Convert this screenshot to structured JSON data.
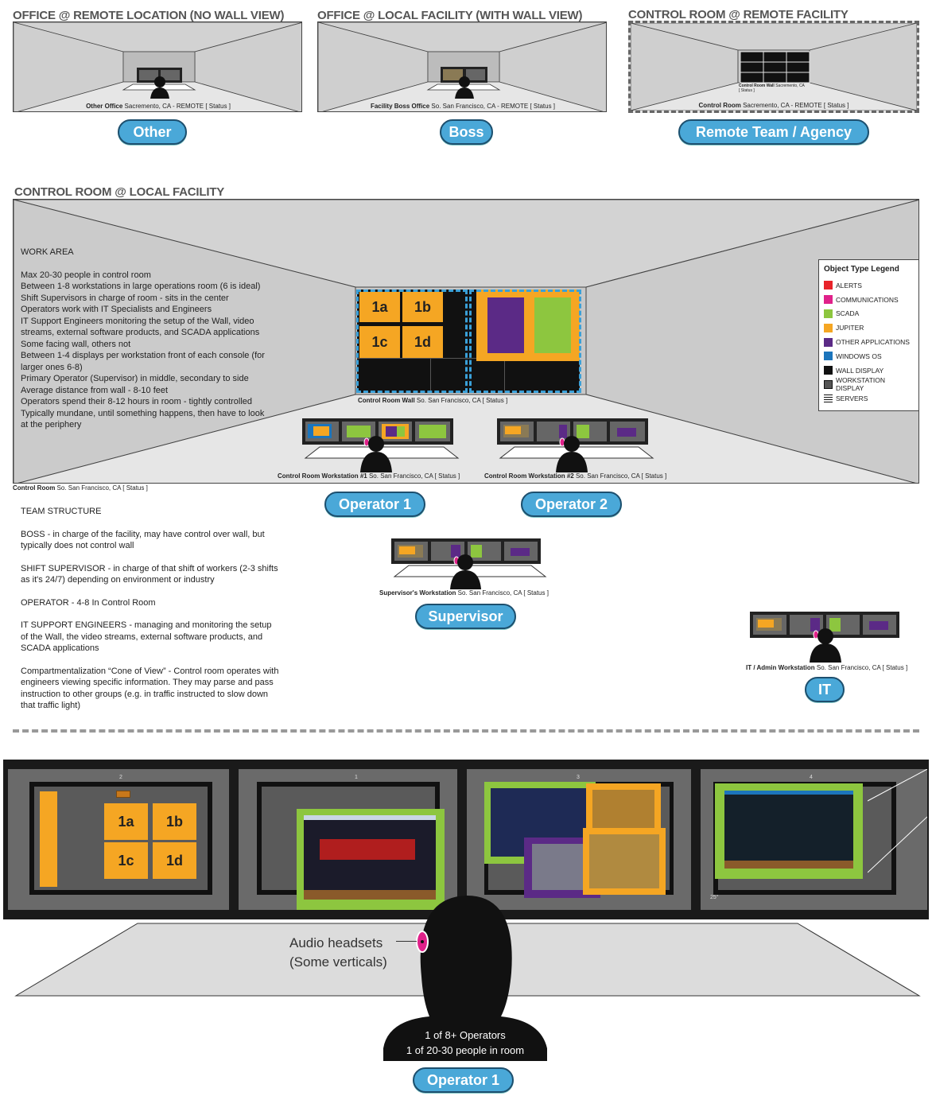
{
  "offices": [
    {
      "title": "OFFICE @ REMOTE LOCATION (NO WALL VIEW)",
      "caption_bold": "Other Office",
      "caption_rest": " Sacremento, CA - REMOTE  [ Status ]",
      "pill": "Other"
    },
    {
      "title": "OFFICE @ LOCAL FACILITY (WITH WALL VIEW)",
      "caption_bold": "Facility Boss Office",
      "caption_rest": " So. San Francisco, CA - REMOTE  [ Status ]",
      "pill": "Boss"
    },
    {
      "title": "CONTROL ROOM @ REMOTE FACILITY",
      "caption_bold": "Control Room",
      "caption_rest": " Sacremento, CA - REMOTE  [ Status ]",
      "wall_caption_bold": "Control Room Wall",
      "wall_caption_rest": " Sacremento, CA",
      "wall_status": "[ Status ]",
      "pill": "Remote Team / Agency"
    }
  ],
  "local": {
    "title": "CONTROL ROOM @ LOCAL FACILITY",
    "work_area": [
      "WORK AREA",
      "",
      "Max 20-30 people in control room",
      "Between 1-8 workstations in large operations room (6 is ideal)",
      "Shift Supervisors in charge of room - sits in the center",
      "Operators work with IT Specialists and Engineers",
      "IT Support Engineers monitoring the setup of the Wall, video streams, external software products, and SCADA applications",
      "Some facing wall, others not",
      "Between 1-4 displays per workstation front of each console (for larger ones 6-8)",
      " Primary Operator (Supervisor) in middle, secondary to side",
      " Average distance from wall - 8-10 feet",
      " Operators spend their 8-12 hours in room - tightly controlled",
      " Typically mundane, until something happens, then have to look at the periphery"
    ],
    "wall_tiles": [
      "1a",
      "1b",
      "1c",
      "1d"
    ],
    "wall_caption_bold": "Control Room Wall",
    "wall_caption_rest": " So. San Francisco, CA  [ Status ]",
    "room_caption_bold": "Control Room",
    "room_caption_rest": " So. San Francisco, CA  [ Status ]",
    "ws1_caption_bold": "Control Room Workstation #1",
    "ws1_caption_rest": " So. San Francisco, CA  [ Status ]",
    "ws2_caption_bold": "Control Room Workstation #2",
    "ws2_caption_rest": " So. San Francisco, CA  [ Status ]",
    "pill_op1": "Operator 1",
    "pill_op2": "Operator 2"
  },
  "legend": {
    "title": "Object Type Legend",
    "items": [
      {
        "label": "ALERTS",
        "color": "#e8232a"
      },
      {
        "label": "COMMUNICATIONS",
        "color": "#e0218a"
      },
      {
        "label": "SCADA",
        "color": "#8dc63f"
      },
      {
        "label": "JUPITER",
        "color": "#f5a623"
      },
      {
        "label": "OTHER APPLICATIONS",
        "color": "#5b2a86"
      },
      {
        "label": "WINDOWS OS",
        "color": "#1c75bc"
      },
      {
        "label": "WALL DISPLAY",
        "color": "#111111"
      },
      {
        "label": "WORKSTATION DISPLAY",
        "color": "#555555"
      },
      {
        "label": "SERVERS",
        "color": "lines"
      }
    ]
  },
  "team": [
    "TEAM STRUCTURE",
    "",
    "BOSS - in charge of the facility, may have control over wall, but typically does not control wall",
    "",
    " SHIFT SUPERVISOR - in charge of that shift of workers (2-3 shifts as it's 24/7) depending on environment or industry",
    "",
    "OPERATOR - 4-8 In Control Room",
    "",
    "IT SUPPORT ENGINEERS - managing and monitoring the setup of the Wall, the video streams, external software products, and SCADA applications",
    "",
    "Compartmentalization “Cone of View” -  Control room operates with engineers viewing specific information.  They may parse and pass instruction to other groups (e.g. in traffic instructed to slow down that traffic light)"
  ],
  "supervisor": {
    "caption_bold": "Supervisor's Workstation",
    "caption_rest": " So. San Francisco, CA  [ Status ]",
    "pill": "Supervisor"
  },
  "it": {
    "caption_bold": "IT / Admin Workstation",
    "caption_rest": " So. San Francisco, CA  [ Status ]",
    "pill": "IT"
  },
  "bottom": {
    "monitor_numbers": [
      "2",
      "1",
      "3",
      "4"
    ],
    "tiles": [
      "1a",
      "1b",
      "1c",
      "1d"
    ],
    "angle": "25°",
    "headset_label": [
      "Audio headsets",
      "(Some verticals)"
    ],
    "body_text": [
      "1 of 8+ Operators",
      "1 of 20-30 people in room"
    ],
    "pill": "Operator 1"
  }
}
